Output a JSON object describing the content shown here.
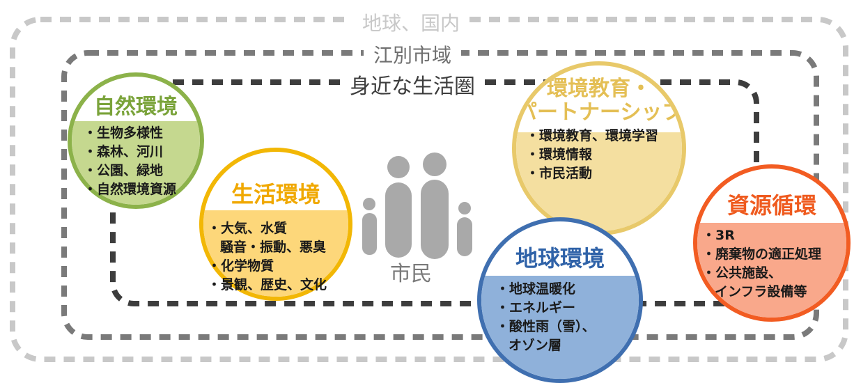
{
  "scopes": {
    "global": "地球、国内",
    "city": "江別市域",
    "local": "身近な生活圏"
  },
  "center": {
    "label": "市民"
  },
  "areas": {
    "nature": {
      "title": "自然環境",
      "items": [
        "・生物多様性",
        "・森林、河川",
        "・公園、緑地",
        "・自然環境資源"
      ]
    },
    "living": {
      "title": "生活環境",
      "items": [
        "・大気、水質",
        "騒音・振動、悪臭",
        "・化学物質",
        "・景観、歴史、文化"
      ]
    },
    "education": {
      "title_line1": "環境教育・",
      "title_line2": "パートナーシップ",
      "items": [
        "・環境教育、環境学習",
        "・環境情報",
        "・市民活動"
      ]
    },
    "global_env": {
      "title": "地球環境",
      "items": [
        "・地球温暖化",
        "・エネルギー",
        "・酸性雨（雪）、",
        "オゾン層"
      ]
    },
    "resources": {
      "title": "資源循環",
      "items": [
        "・3R",
        "・廃棄物の適正処理",
        "・公共施設、",
        "インフラ設備等"
      ]
    }
  },
  "colors": {
    "nature_border": "#8cb24a",
    "nature_fill": "#c5d88f",
    "nature_title": "#7aa33a",
    "living_border": "#f2b705",
    "living_fill": "#fdd77a",
    "living_title": "#f0a800",
    "education_border": "#e8c96a",
    "education_fill": "#f4dfa0",
    "education_title": "#e4bf55",
    "global_border": "#3f6fb0",
    "global_fill": "#8fb1da",
    "global_title": "#2f62a8",
    "resources_border": "#f25c22",
    "resources_fill": "#f9a88b",
    "resources_title": "#ef5a1e",
    "outer_dash": "#c8c8c8",
    "city_dash": "#7a7a7a",
    "local_dash": "#3d3d3d",
    "people": "#a9a9a9"
  }
}
